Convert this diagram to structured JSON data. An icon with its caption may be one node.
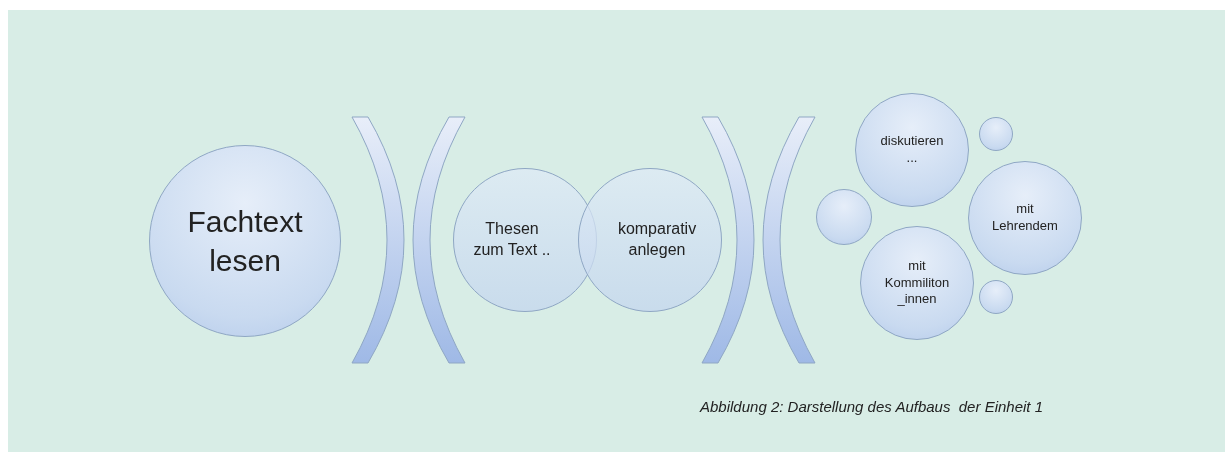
{
  "diagram": {
    "caption": "Abbildung 2: Darstellung des Aufbaus  der Einheit 1",
    "nodes": [
      {
        "text": [
          "Fachtext lesen"
        ]
      },
      {
        "text": [],
        "shape": "arc"
      },
      {
        "text": [],
        "shape": "arc"
      },
      {
        "text": [
          "Thesen zum Text .."
        ]
      },
      {
        "text": [
          "komparativ anlegen"
        ]
      },
      {
        "text": [],
        "shape": "arc"
      },
      {
        "text": [],
        "shape": "arc"
      },
      {
        "text": [
          "diskutieren ..."
        ]
      },
      {
        "text": [],
        "shape": "circle"
      },
      {
        "text": [],
        "shape": "circle"
      },
      {
        "text": [
          "mit Lehrendem"
        ]
      },
      {
        "text": [
          "mit Kommiliton_innen"
        ]
      },
      {
        "text": [],
        "shape": "circle"
      }
    ]
  }
}
